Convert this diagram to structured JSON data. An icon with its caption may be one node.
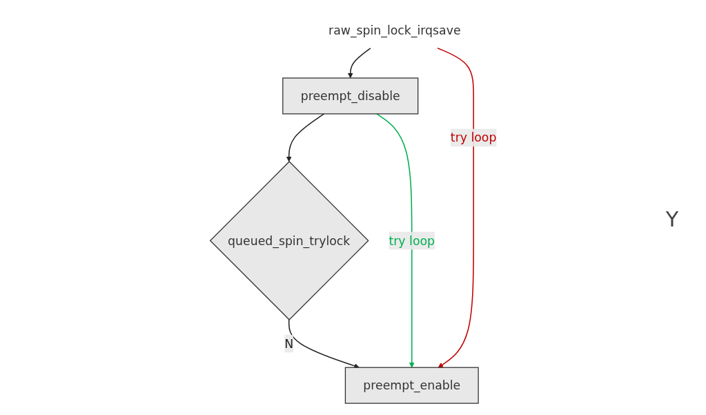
{
  "diagram": {
    "nodes": [
      {
        "text": [
          "raw_spin_lock_irqsave"
        ]
      },
      {
        "text": [
          "preempt_disable"
        ]
      },
      {
        "text": [
          "queued_spin_trylock"
        ]
      },
      {
        "text": [
          "preempt_enable"
        ]
      }
    ],
    "edges": [
      {
        "from": 0,
        "to": 1,
        "arrow": "to"
      },
      {
        "from": 1,
        "to": 2,
        "arrow": "to"
      },
      {
        "from": 2,
        "to": 3,
        "arrow": "to",
        "label": "N"
      },
      {
        "from": 1,
        "to": 3,
        "arrow": "to",
        "label": "try loop",
        "color": "#00b050"
      },
      {
        "from": 0,
        "to": 3,
        "arrow": "to",
        "label": "try loop",
        "color": "#c00000"
      }
    ],
    "labels": [
      "Y"
    ]
  }
}
